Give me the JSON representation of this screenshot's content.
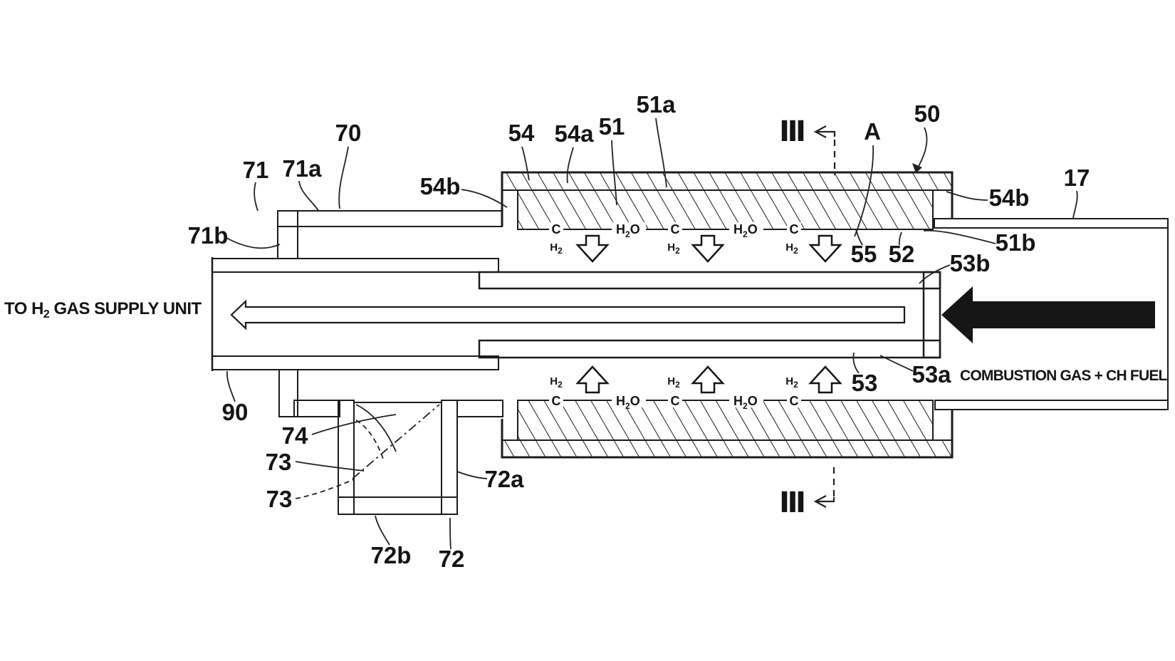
{
  "figure": {
    "type": "patent-cross-section-hydrogen-reformer",
    "left_flow_label": {
      "pre": "TO H",
      "sub": "2",
      "post": " GAS SUPPLY UNIT"
    },
    "right_flow_label": "COMBUSTION GAS + CH FUEL",
    "section_marker": "Ⅲ",
    "chain": {
      "c": "C",
      "h": "H",
      "sub": "2",
      "o": "O"
    },
    "gas": {
      "h": "H",
      "sub": "2"
    },
    "labels": {
      "n17": "17",
      "n50": "50",
      "n51": "51",
      "n51a": "51a",
      "n51b": "51b",
      "n52": "52",
      "n53": "53",
      "n53a": "53a",
      "n53b": "53b",
      "n54": "54",
      "n54a": "54a",
      "n54b_left": "54b",
      "n54b_right": "54b",
      "n55": "55",
      "n70": "70",
      "n71": "71",
      "n71a": "71a",
      "n71b": "71b",
      "n72": "72",
      "n72a": "72a",
      "n72b": "72b",
      "n73_top": "73",
      "n73_bottom": "73",
      "n74": "74",
      "n90": "90",
      "nA": "A"
    }
  }
}
